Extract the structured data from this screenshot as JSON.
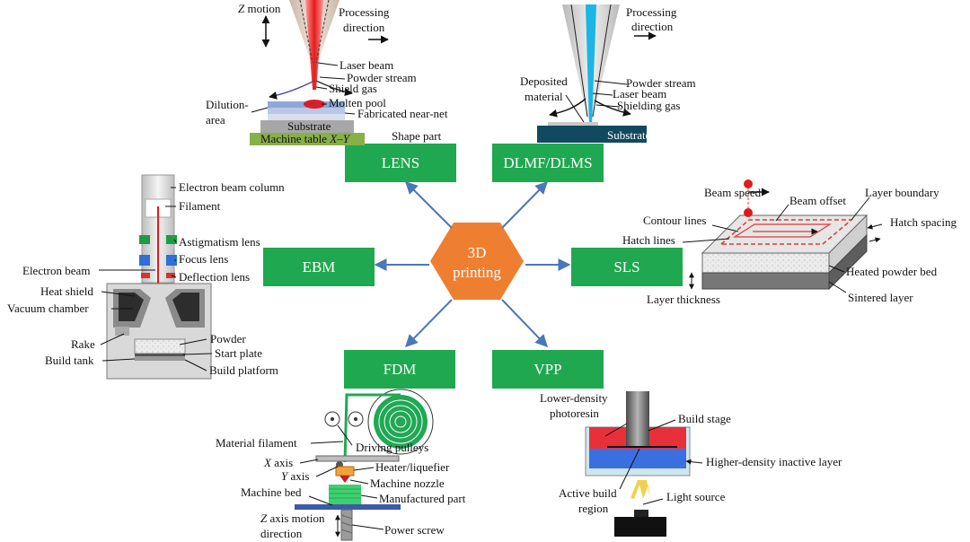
{
  "center": {
    "line1": "3D",
    "line2": "printing"
  },
  "methods": {
    "lens": "LENS",
    "dlmf": "DLMF/DLMS",
    "ebm": "EBM",
    "sls": "SLS",
    "fdm": "FDM",
    "vpp": "VPP"
  },
  "lens": {
    "z_motion_italic": "Z",
    "z_motion": " motion",
    "processing": "Processing",
    "direction": "direction",
    "laser_beam": "Laser beam",
    "powder_stream": "Powder stream",
    "shield_gas": "Shield gas",
    "dilution": "Dilution-",
    "area": "area",
    "molten_pool": "Molten pool",
    "fabricated": "Fabricated near-net",
    "substrate": "Substrate",
    "machine_table": "Machine table ",
    "xy": "X–Y",
    "shape_part": "Shape part"
  },
  "dlmf": {
    "processing": "Processing",
    "direction": "direction",
    "deposited": "Deposited",
    "material": "material",
    "powder_stream": "Powder stream",
    "laser_beam": "Laser beam",
    "shielding_gas": "Shielding gas",
    "substrate": "Substrate"
  },
  "ebm": {
    "column": "Electron beam column",
    "filament": "Filament",
    "astig": "Astigmatism lens",
    "focus": "Focus lens",
    "electron_beam": "Electron beam",
    "deflection": "Deflection lens",
    "heat_shield": "Heat shield",
    "vacuum": "Vacuum chamber",
    "rake": "Rake",
    "powder": "Powder",
    "start_plate": "Start plate",
    "build_tank": "Build tank",
    "build_platform": "Build platform"
  },
  "sls": {
    "beam_speed": "Beam speed",
    "beam_offset": "Beam offset",
    "layer_boundary": "Layer boundary",
    "contour": "Contour lines",
    "hatch_spacing": "Hatch spacing",
    "hatch_lines": "Hatch lines",
    "heated_bed": "Heated powder bed",
    "layer_thickness": "Layer thickness",
    "sintered": "Sintered layer"
  },
  "fdm": {
    "material_filament": "Material filament",
    "driving_pulleys": "Driving pulleys",
    "x_italic": "X",
    "x_axis": " axis",
    "y_italic": "Y",
    "y_axis": " axis",
    "heater": "Heater/liquefier",
    "nozzle": "Machine nozzle",
    "machine_bed": "Machine bed",
    "manufactured": "Manufactured part",
    "z_italic": "Z",
    "z_axis_motion": " axis motion",
    "direction": "direction",
    "power_screw": "Power screw"
  },
  "vpp": {
    "lower_density": "Lower-density",
    "photoresin": "photoresin",
    "build_stage": "Build stage",
    "higher_density": "Higher-density inactive layer",
    "active_build": "Active build",
    "region": "region",
    "light_source": "Light source"
  },
  "colors": {
    "green": "#1fa84f",
    "hex": "#ef7f30",
    "arrow": "#4a78b8",
    "laser": "#e41b1b",
    "resin_red": "#e8303a",
    "resin_blue": "#3b6fe0"
  }
}
